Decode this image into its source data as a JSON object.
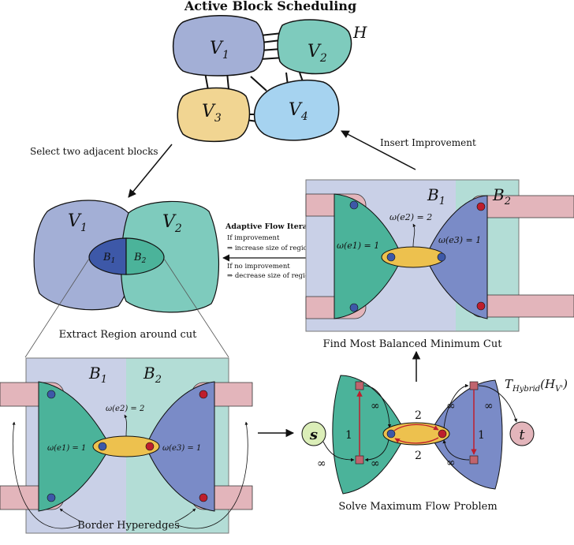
{
  "title": "Active Block Scheduling",
  "graph_h": {
    "name": "H",
    "blocks": [
      {
        "base": "V",
        "sub": "1"
      },
      {
        "base": "V",
        "sub": "2"
      },
      {
        "base": "V",
        "sub": "3"
      },
      {
        "base": "V",
        "sub": "4"
      }
    ]
  },
  "steps": {
    "select": "Select two adjacent blocks",
    "insert": "Insert Improvement",
    "extract": "Extract Region around cut",
    "find_cut": "Find Most Balanced Minimum Cut",
    "solve": "Solve Maximum Flow Problem"
  },
  "adaptive": {
    "title": "Adaptive Flow Iterations",
    "if_improvement": "If improvement",
    "increase": "⇒ increase size of regions",
    "if_no_improvement": "If no improvement",
    "decrease": "⇒ decrease size of regions"
  },
  "pair": {
    "v1": "V",
    "v1_sub": "1",
    "v2": "V",
    "v2_sub": "2",
    "b1": "B",
    "b1_sub": "1",
    "b2": "B",
    "b2_sub": "2"
  },
  "region": {
    "b1": "B",
    "b1_sub": "1",
    "b2": "B",
    "b2_sub": "2",
    "w_e1": "ω(e1) = 1",
    "w_e2": "ω(e2) = 2",
    "w_e3": "ω(e3) = 1",
    "border_label": "Border Hyperedges"
  },
  "flow": {
    "hybrid": "T_Hybrid(H_V')",
    "source": "s",
    "sink": "t",
    "infinity": "∞",
    "cap_two": "2",
    "cap_one": "1"
  },
  "colors": {
    "v1": "#a3afd6",
    "v2": "#7ecbbd",
    "v3": "#f1d592",
    "v4": "#a6d3f0",
    "teal": "#4bb39a",
    "blue": "#7a8bc7",
    "yellow": "#edc14e",
    "pink": "#e3b5bb",
    "dotblue": "#3d58a8",
    "dotred": "#be1e2d",
    "b1bg": "#c9d0e7",
    "b2bg": "#b3ddd6"
  }
}
